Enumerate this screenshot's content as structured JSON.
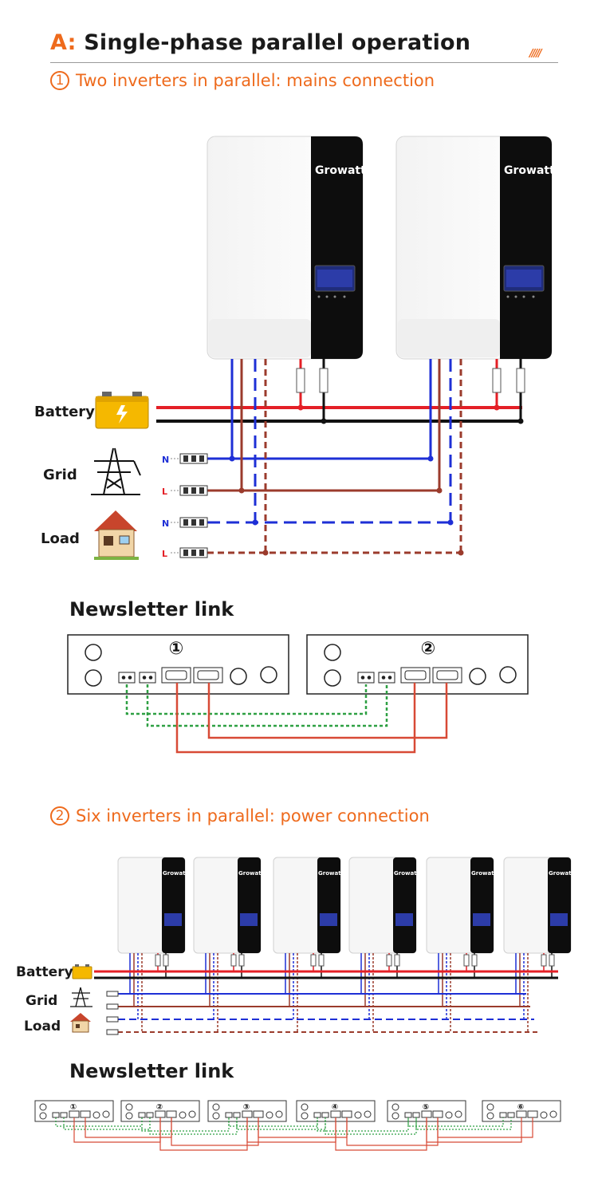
{
  "header": {
    "prefix": "A:",
    "title": "Single-phase parallel operation",
    "decoration": "/////"
  },
  "section1": {
    "number": "1",
    "title": "Two inverters in parallel: mains connection",
    "brand": "Growatt",
    "labels": {
      "battery": "Battery",
      "grid": "Grid",
      "load": "Load"
    },
    "phase_labels": {
      "n": "N",
      "l": "L"
    },
    "link_title": "Newsletter link",
    "units": [
      "①",
      "②"
    ]
  },
  "section2": {
    "number": "2",
    "title": "Six inverters in parallel: power connection",
    "brand": "Growatt",
    "labels": {
      "battery": "Battery",
      "grid": "Grid",
      "load": "Load"
    },
    "link_title": "Newsletter link",
    "units": [
      "①",
      "②",
      "③",
      "④",
      "⑤",
      "⑥"
    ]
  },
  "colors": {
    "accent": "#ee6a1c",
    "battery_pos": "#e41f26",
    "battery_neg": "#111111",
    "neutral": "#1e2fd6",
    "live": "#9b3b2c",
    "link_green": "#2ea043",
    "link_red": "#d84a36"
  },
  "icons": [
    "battery-icon",
    "transmission-tower-icon",
    "house-icon",
    "breaker-icon",
    "terminal-block-icon"
  ]
}
